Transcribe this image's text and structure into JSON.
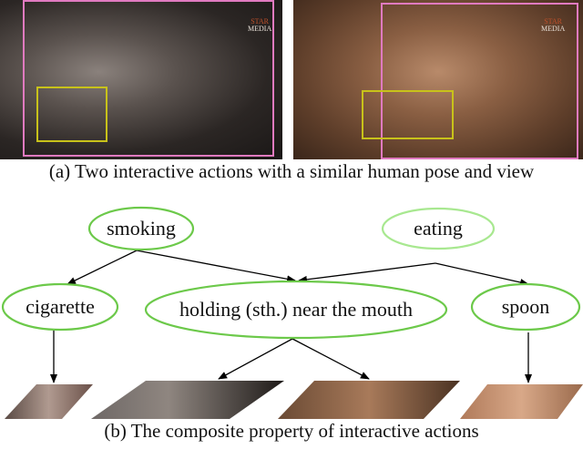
{
  "figure_a": {
    "caption": "(a) Two interactive actions with a similar human pose and view",
    "watermark": [
      "STAR",
      "MEDIA"
    ],
    "box_colors": {
      "person": "#e07ac0",
      "interaction": "#c8c21a"
    }
  },
  "figure_b": {
    "caption": "(b) The composite property of interactive actions",
    "nodes": {
      "smoking": "smoking",
      "eating": "eating",
      "cigarette": "cigarette",
      "holding": "holding (sth.) near the mouth",
      "spoon": "spoon"
    },
    "edges": [
      [
        "smoking",
        "cigarette"
      ],
      [
        "smoking",
        "holding"
      ],
      [
        "eating",
        "holding"
      ],
      [
        "eating",
        "spoon"
      ],
      [
        "cigarette",
        "cigarette-image"
      ],
      [
        "holding",
        "smoking-image"
      ],
      [
        "holding",
        "eating-image"
      ],
      [
        "spoon",
        "spoon-image"
      ]
    ],
    "node_colors": {
      "action": "#6cc94a",
      "eating": "#a8e890",
      "object": "#6cc94a"
    }
  }
}
